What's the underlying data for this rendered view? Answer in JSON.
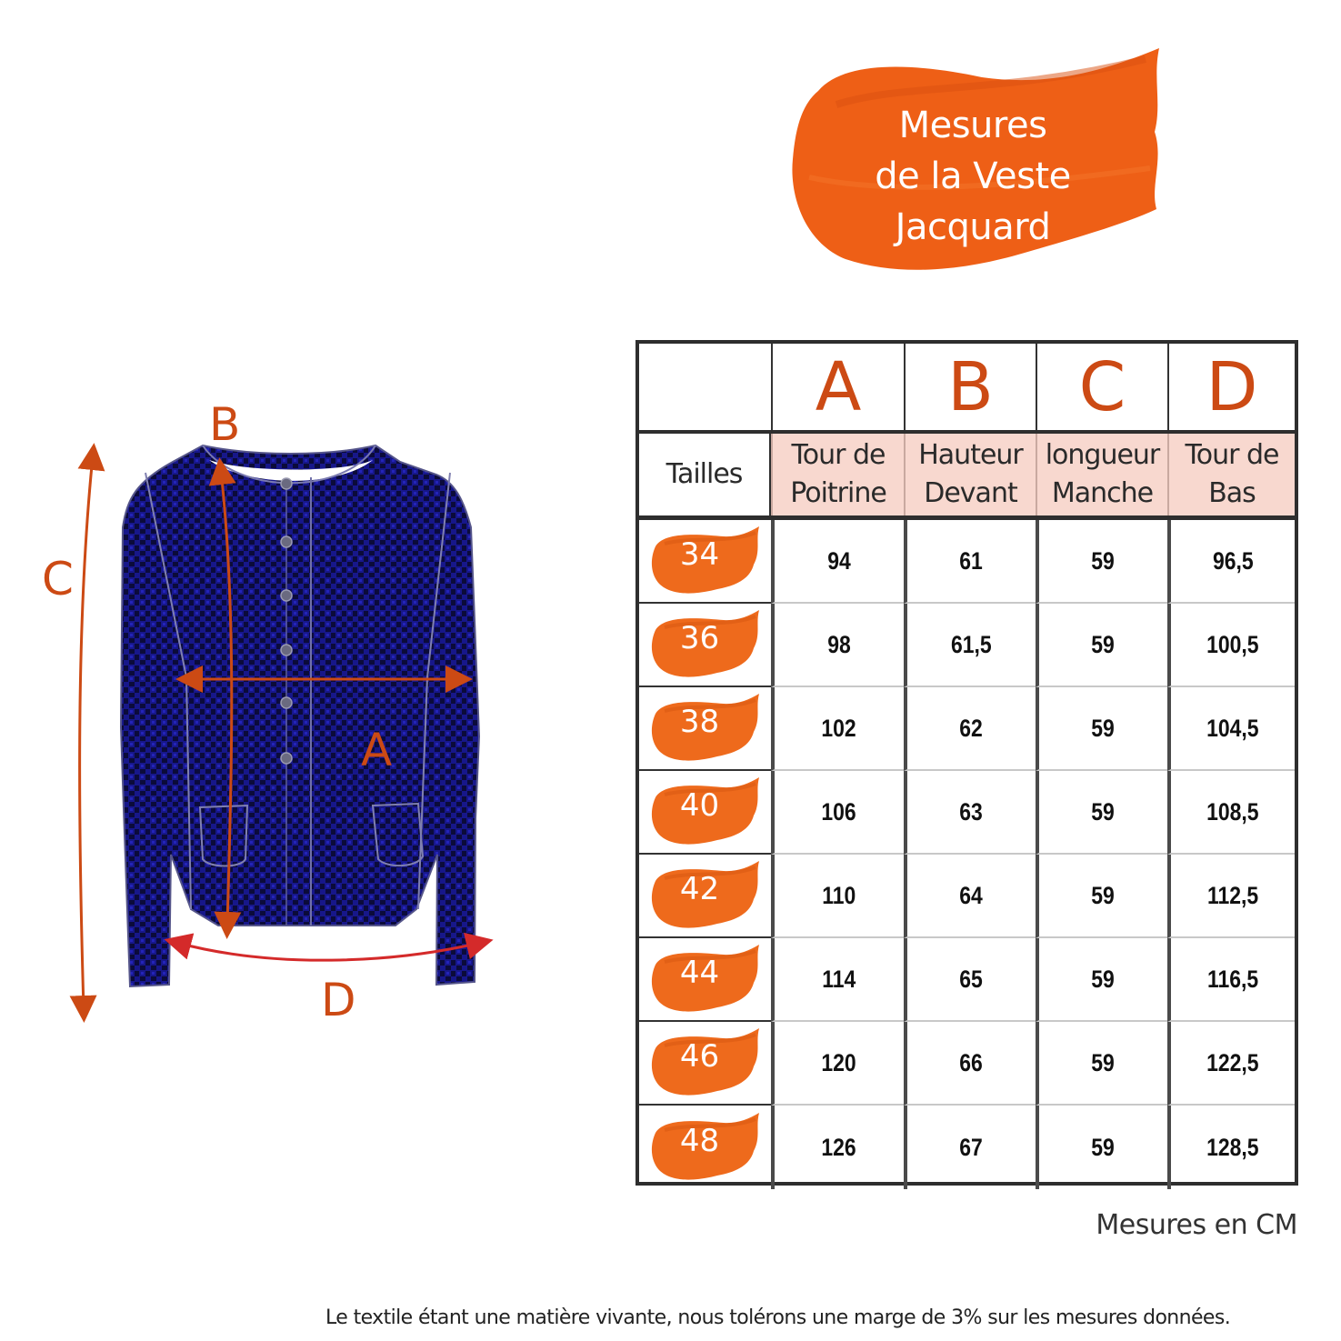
{
  "title": {
    "lines": [
      "Mesures",
      "de la Veste",
      "Jacquard"
    ],
    "brush_color": "#ee5f16"
  },
  "illustration": {
    "garment": "jacket",
    "garment_color": "#14147a",
    "measure_color": "#cc4a14",
    "labels": {
      "A": "A",
      "B": "B",
      "C": "C",
      "D": "D"
    }
  },
  "table": {
    "letters": [
      "A",
      "B",
      "C",
      "D"
    ],
    "size_header": "Tailles",
    "columns": [
      {
        "letter": "A",
        "line1": "Tour de",
        "line2": "Poitrine"
      },
      {
        "letter": "B",
        "line1": "Hauteur",
        "line2": "Devant"
      },
      {
        "letter": "C",
        "line1": "longueur",
        "line2": "Manche"
      },
      {
        "letter": "D",
        "line1": "Tour de",
        "line2": "Bas"
      }
    ],
    "rows": [
      {
        "size": "34",
        "values": [
          "94",
          "61",
          "59",
          "96,5"
        ]
      },
      {
        "size": "36",
        "values": [
          "98",
          "61,5",
          "59",
          "100,5"
        ]
      },
      {
        "size": "38",
        "values": [
          "102",
          "62",
          "59",
          "104,5"
        ]
      },
      {
        "size": "40",
        "values": [
          "106",
          "63",
          "59",
          "108,5"
        ]
      },
      {
        "size": "42",
        "values": [
          "110",
          "64",
          "59",
          "112,5"
        ]
      },
      {
        "size": "44",
        "values": [
          "114",
          "65",
          "59",
          "116,5"
        ]
      },
      {
        "size": "46",
        "values": [
          "120",
          "66",
          "59",
          "122,5"
        ]
      },
      {
        "size": "48",
        "values": [
          "126",
          "67",
          "59",
          "128,5"
        ]
      }
    ],
    "accent_color": "#cc4a14",
    "header_bg": "#f8d8cf",
    "badge_color": "#ee6a1c"
  },
  "unit_note": "Mesures en CM",
  "footer_note": "Le textile étant une matière vivante, nous tolérons une marge de 3% sur les mesures données."
}
